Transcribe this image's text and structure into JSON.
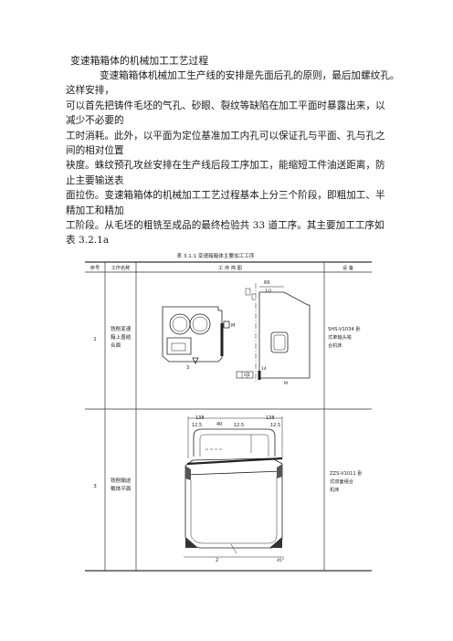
{
  "doc": {
    "title": "变速箱箱体的机械加工工艺过程",
    "lines": [
      "变速箱箱体机械加工生产线的安排是先面后孔的原则，最后加螺纹孔。",
      "这样安排，",
      "可以首先把铸件毛坯的气孔、砂眼、裂纹等缺陷在加工平面时暴露出来，以",
      "减少不必要的",
      "工时消耗。此外，以平面为定位基准加工内孔可以保证孔与平面、孔与孔之",
      "间的相对位置",
      "袂度。蛛纹预孔攻丝安排在生产线后段工序加工，能缩短工件油送距离，防",
      "止主要输送表",
      "面拉伤。变速箱箱体的机械加工工艺过程基本上分三个阶段，即粗加工、半",
      "精加工和精加",
      "工阶段。从毛坯的粗铣至成品的最终检验共 33 道工序。其主要加工工序如",
      "表 3.2.1a"
    ]
  },
  "table": {
    "caption": "表 3.1.1   变速箱箱体主要加工工序",
    "headers": [
      "序号",
      "工作名称",
      "工    序    简    图",
      "设    备"
    ],
    "rows": [
      {
        "no": "1",
        "name": [
          "铣削变速",
          "箱上盖结",
          "合面"
        ],
        "equipment": [
          "SHS-V1034 卧",
          "式单轴头铣",
          "合机床"
        ],
        "annotations": {
          "a": "69",
          "b": "1/2",
          "c": "3",
          "d": "0.1",
          "e": "14",
          "f": "M"
        }
      },
      {
        "no": "3",
        "name": [
          "铣削输送",
          "载体平面"
        ],
        "equipment": [
          "ZZS-V1011 卧",
          "式双面组合",
          "机床"
        ],
        "annotations": {
          "w1": "138",
          "w2": "138",
          "s1": "12.5",
          "s2": "40",
          "s3": "12.5",
          "s4": "12.5",
          "bottom": "2",
          "corner": "45°"
        }
      }
    ]
  }
}
